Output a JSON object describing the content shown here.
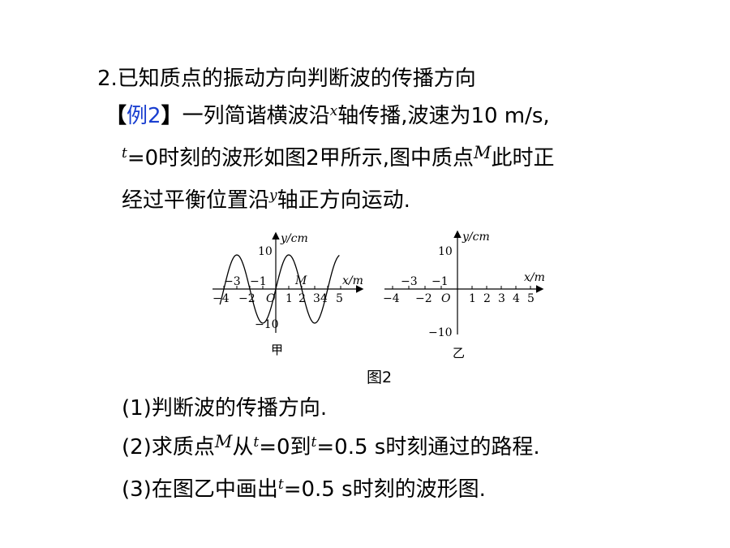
{
  "heading": "2.已知质点的振动方向判断波的传播方向",
  "example": {
    "bracket_open": "【",
    "label": "例2",
    "bracket_close": "】",
    "line1_a": "一列简谐横波沿",
    "var_x": "x",
    "line1_b": "轴传播,波速为10 m/s,",
    "var_t": "t",
    "line2_a": "=0时刻的波形如图2甲所示,图中质点",
    "var_M": "M",
    "line2_b": "此时正",
    "line3_a": "经过平衡位置沿",
    "var_y": "y",
    "line3_b": "轴正方向运动."
  },
  "figure": {
    "caption": "图2",
    "left": {
      "sublabel": "甲",
      "y_axis_label": "y/cm",
      "x_axis_label": "x/m",
      "point_label": "M",
      "origin": "O",
      "y_ticks": [
        "10",
        "−10"
      ],
      "x_ticks_upper": [
        "−3",
        "−1"
      ],
      "x_ticks_lower": [
        "−4",
        "−2",
        "1",
        "2",
        "34",
        "5"
      ]
    },
    "right": {
      "sublabel": "乙",
      "y_axis_label": "y/cm",
      "x_axis_label": "x/m",
      "origin": "O",
      "y_ticks": [
        "10",
        "−10"
      ],
      "x_ticks_upper": [
        "−3",
        "−1"
      ],
      "x_ticks_lower": [
        "−4",
        "−2",
        "1",
        "2",
        "3",
        "4",
        "5"
      ]
    },
    "wave": {
      "amplitude_cm": 10,
      "wavelength_m": 4
    }
  },
  "questions": {
    "q1": "(1)判断波的传播方向.",
    "q2_a": "(2)求质点",
    "q2_M": "M",
    "q2_b": "从",
    "q2_t1": "t",
    "q2_c": "=0到",
    "q2_t2": "t",
    "q2_d": "=0.5 s时刻通过的路程.",
    "q3_a": "(3)在图乙中画出",
    "q3_t": "t",
    "q3_b": "=0.5 s时刻的波形图."
  }
}
